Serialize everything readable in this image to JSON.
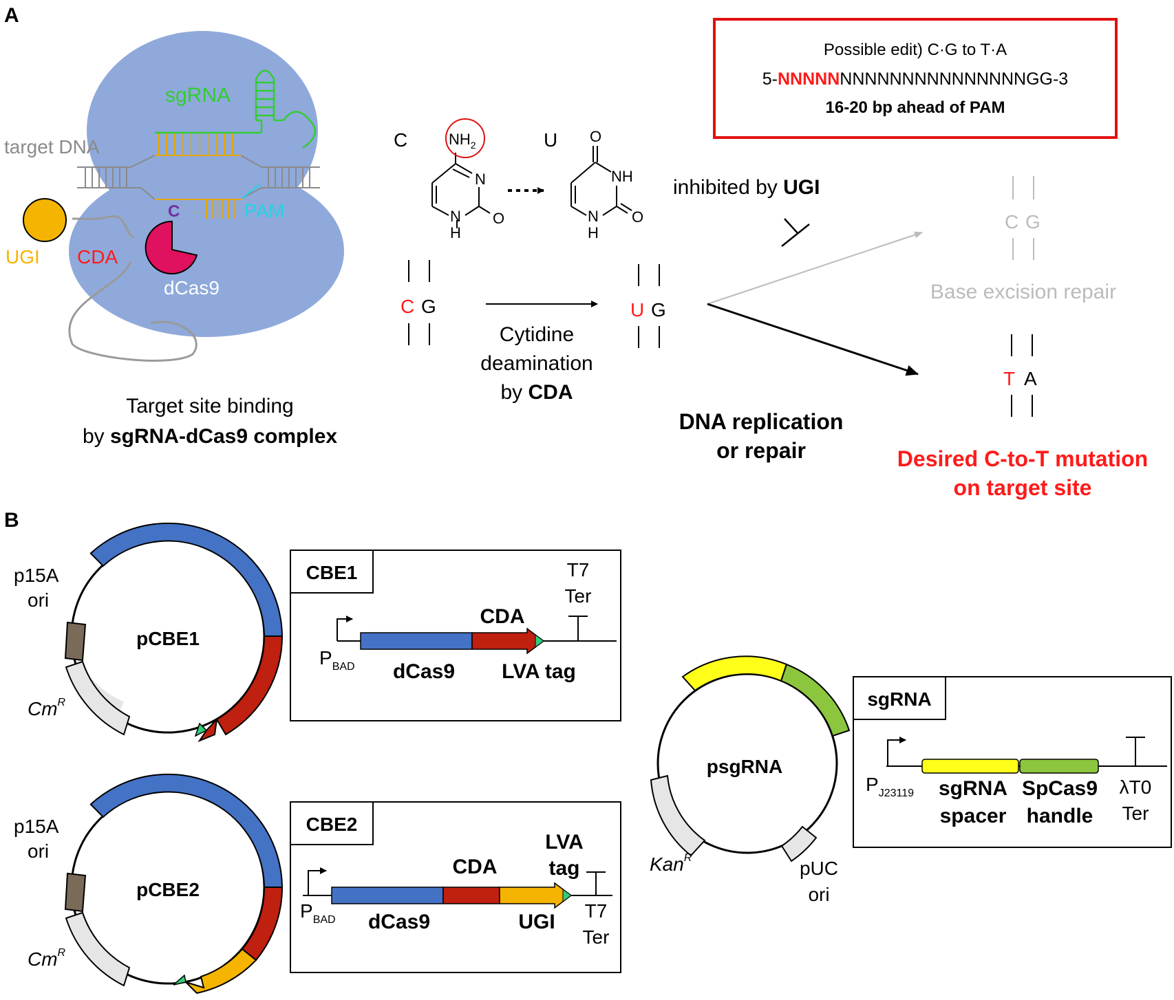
{
  "panel_a": {
    "letter": "A",
    "complex": {
      "sgrna": "sgRNA",
      "target_dna": "target DNA",
      "c_base": "C",
      "pam": "PAM",
      "ugi": "UGI",
      "cda": "CDA",
      "dcas9": "dCas9",
      "caption_line1": "Target site binding",
      "caption_line2_prefix": "by ",
      "caption_line2_bold": "sgRNA-dCas9 complex"
    },
    "edit_box": {
      "line1": "Possible edit) C·G to T·A",
      "seq_prefix": "5-",
      "seq_red": "NNNNN",
      "seq_rest": "NNNNNNNNNNNNNNNGG-3",
      "line3": "16-20 bp ahead of PAM"
    },
    "chemistry": {
      "cytosine_label": "C",
      "uracil_label": "U",
      "nh2": "NH",
      "nh2_sub": "2",
      "n_atom": "N",
      "o_atom": "O",
      "nh_atom": "NH",
      "h_atom": "H"
    },
    "pairs": {
      "cg_c": "C",
      "cg_g": "G",
      "ug_u": "U",
      "ug_g": "G",
      "ber_c": "C",
      "ber_g": "G",
      "ta_t": "T",
      "ta_a": "A"
    },
    "deamination": {
      "line1": "Cytidine",
      "line2": "deamination",
      "line3_prefix": "by ",
      "line3_bold": "CDA"
    },
    "inhibited": {
      "prefix": "inhibited by ",
      "bold": "UGI"
    },
    "ber": "Base excision repair",
    "replication_line1": "DNA replication",
    "replication_line2": "or repair",
    "desired_line1": "Desired C-to-T mutation",
    "desired_line2": "on target site"
  },
  "panel_b": {
    "letter": "B",
    "pcbe1": {
      "name": "pCBE1",
      "ori_line1": "p15A",
      "ori_line2": "ori",
      "marker": "Cm",
      "marker_sup": "R"
    },
    "cbe1": {
      "title": "CBE1",
      "promoter": "P",
      "promoter_sub": "BAD",
      "dcas9": "dCas9",
      "cda": "CDA",
      "lva": "LVA tag",
      "ter_line1": "T7",
      "ter_line2": "Ter"
    },
    "pcbe2": {
      "name": "pCBE2",
      "ori_line1": "p15A",
      "ori_line2": "ori",
      "marker": "Cm",
      "marker_sup": "R"
    },
    "cbe2": {
      "title": "CBE2",
      "promoter": "P",
      "promoter_sub": "BAD",
      "dcas9": "dCas9",
      "cda": "CDA",
      "ugi": "UGI",
      "lva_line1": "LVA",
      "lva_line2": "tag",
      "ter_line1": "T7",
      "ter_line2": "Ter"
    },
    "psgrna": {
      "name": "psgRNA",
      "marker": "Kan",
      "marker_sup": "R",
      "ori_line1": "pUC",
      "ori_line2": "ori"
    },
    "sgrna_box": {
      "title": "sgRNA",
      "promoter": "P",
      "promoter_sub": "J23119",
      "spacer_line1": "sgRNA",
      "spacer_line2": "spacer",
      "handle_line1": "SpCas9",
      "handle_line2": "handle",
      "ter_line1": "λT0",
      "ter_line2": "Ter"
    }
  },
  "colors": {
    "protein": "#8fa9db",
    "sgrna": "#33cc33",
    "target_dna": "#8a8a8a",
    "strand": "#e6a800",
    "ugi": "#f5b400",
    "cda": "#e0115f",
    "pam": "#22d3e6",
    "red": "#ff1a1a",
    "dcas9_block": "#4472c4",
    "cda_block": "#c0200f",
    "ugi_block": "#f5b400",
    "lva_block": "#33cc7a",
    "ori_block": "#7a6a58",
    "marker_block": "#e6e6e6",
    "spacer_block": "#ffff1a",
    "handle_block": "#8cc63f"
  }
}
